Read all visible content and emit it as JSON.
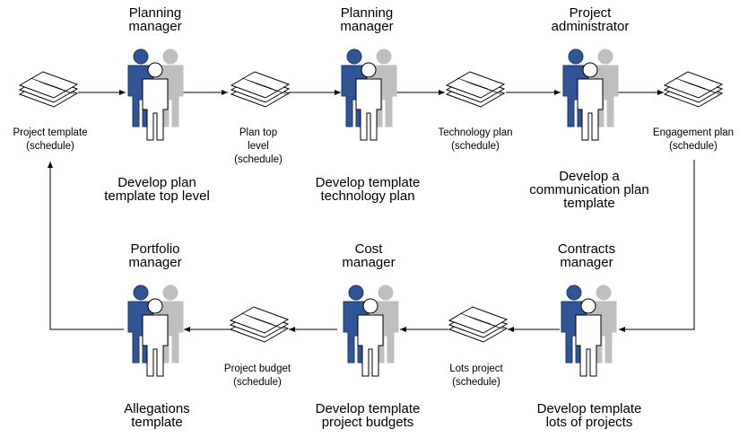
{
  "colors": {
    "primary_person": "#2f5597",
    "secondary_person": "#bfbfbf",
    "line": "#000000"
  },
  "roles": [
    {
      "id": "planning-1",
      "name": "Planning\nmanager"
    },
    {
      "id": "planning-2",
      "name": "Planning\nmanager"
    },
    {
      "id": "project-admin",
      "name": "Project\nadministrator"
    },
    {
      "id": "portfolio",
      "name": "Portfolio\nmanager"
    },
    {
      "id": "cost",
      "name": "Cost\nmanager"
    },
    {
      "id": "contracts",
      "name": "Contracts\nmanager"
    }
  ],
  "tasks": [
    {
      "id": "t1",
      "text": "Develop plan\ntemplate top level"
    },
    {
      "id": "t2",
      "text": "Develop template\ntechnology plan"
    },
    {
      "id": "t3",
      "text": "Develop a\ncommunication plan\ntemplate"
    },
    {
      "id": "t4",
      "text": "Allegations\ntemplate"
    },
    {
      "id": "t5",
      "text": "Develop template\nproject budgets"
    },
    {
      "id": "t6",
      "text": "Develop template\nlots of projects"
    }
  ],
  "documents": [
    {
      "id": "d1",
      "label": "Project template\n(schedule)",
      "icon": "document-stack-icon"
    },
    {
      "id": "d2",
      "label": "Plan top\nlevel\n(schedule)",
      "icon": "document-stack-icon"
    },
    {
      "id": "d3",
      "label": "Technology plan\n(schedule)",
      "icon": "document-stack-icon"
    },
    {
      "id": "d4",
      "label": "Engagement plan\n(schedule)",
      "icon": "document-stack-icon"
    },
    {
      "id": "d5",
      "label": "Project budget\n(schedule)",
      "icon": "document-stack-icon"
    },
    {
      "id": "d6",
      "label": "Lots project\n(schedule)",
      "icon": "document-stack-icon"
    }
  ]
}
